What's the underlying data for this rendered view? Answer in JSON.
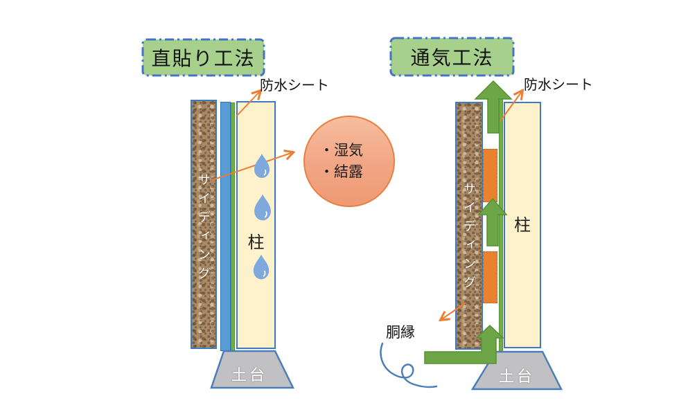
{
  "left": {
    "title": "直貼り工法",
    "waterproof_label": "防水シート",
    "siding_label": "サイディング",
    "pillar_label": "柱",
    "foundation_label": "土台",
    "bubble": {
      "line1": "・湿気",
      "line2": "・結露"
    }
  },
  "right": {
    "title": "通気工法",
    "waterproof_label": "防水シート",
    "siding_label": "サイディング",
    "pillar_label": "柱",
    "foundation_label": "土台",
    "furring_label": "胴縁"
  },
  "colors": {
    "title_fill": "#a8d08d",
    "title_border": "#4473c5",
    "wall_border": "#3e7ac0",
    "sheathing_blue": "#5b9bd5",
    "waterproof_green": "#6eae46",
    "airflow_arrow_green": "#6ca647",
    "furring_orange": "#e8822f",
    "annotation_arrow_orange": "#ed7d31",
    "foundation_gray": "#c1c1c3",
    "droplet_blue": "#7fa8dd",
    "bubble_fill": "#f2a585",
    "bubble_border": "#e8803d"
  }
}
